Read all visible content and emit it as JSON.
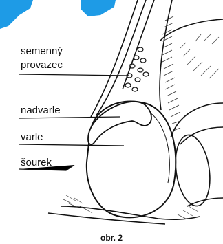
{
  "labels": {
    "semenny": "semenný",
    "provazec": "provazec",
    "nadvarle": "nadvarle",
    "varle": "varle",
    "sourek": "šourek"
  },
  "caption": "obr. 2",
  "colors": {
    "accent": "#1e9be6",
    "ink": "#111111",
    "background": "#ffffff"
  }
}
